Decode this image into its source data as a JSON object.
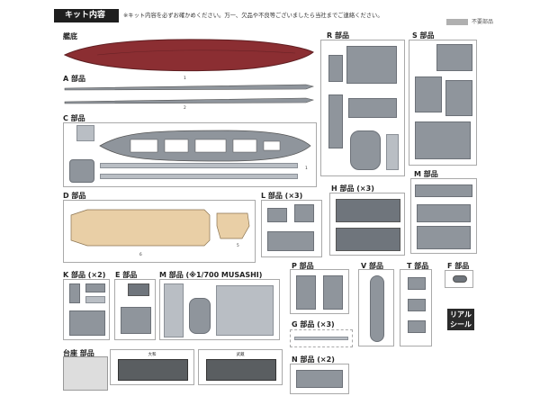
{
  "header": {
    "title": "キット内容",
    "note": "※キット内容を必ずお確かめください。万一、欠品や不良等ございましたら当社までご連絡ください。",
    "legend_label": "不要部品"
  },
  "sections": {
    "hull": "艦底",
    "a": "A 部品",
    "c": "C 部品",
    "d": "D 部品",
    "k": "K 部品 (×2)",
    "e": "E 部品",
    "m_small": "M 部品 (※1/700 MUSASHI)",
    "l": "L 部品 (×3)",
    "h": "H 部品 (×3)",
    "r": "R 部品",
    "s": "S 部品",
    "m": "M 部品",
    "p": "P 部品",
    "v": "V 部品",
    "t": "T 部品",
    "f": "F 部品",
    "g": "G 部品 (×3)",
    "n": "N 部品 (×2)",
    "stand": "台座 部品"
  },
  "real_seal": {
    "line1": "リアル",
    "line2": "シール"
  },
  "part_numbers": {
    "a1": "1",
    "a2": "2",
    "c1": "1",
    "d6": "6",
    "d5": "5",
    "stand_1": "大和",
    "stand_2": "武蔵"
  },
  "colors": {
    "hull_red": "#8b2e32",
    "part_grey": "#8f959c",
    "deck_tan": "#e9cfa6",
    "frame_border": "#a9a9a9",
    "unused_grey": "#dddddd"
  }
}
